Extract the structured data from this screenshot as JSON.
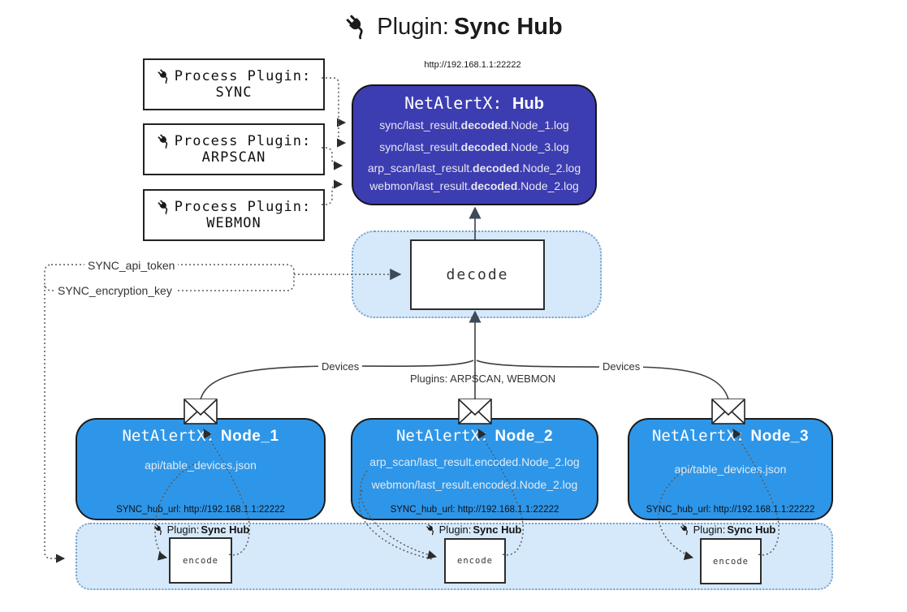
{
  "title": {
    "prefix": "Plugin:",
    "name": "Sync Hub"
  },
  "process_plugins": [
    {
      "label": "Process Plugin:",
      "name": "SYNC"
    },
    {
      "label": "Process Plugin:",
      "name": "ARPSCAN"
    },
    {
      "label": "Process Plugin:",
      "name": "WEBMON"
    }
  ],
  "hub": {
    "url": "http://192.168.1.1:22222",
    "title_prefix": "NetAlertX:",
    "title_name": "Hub",
    "files": [
      {
        "pre": "sync/last_result.",
        "bold": "decoded",
        "post": ".Node_1.log"
      },
      {
        "pre": "sync/last_result.",
        "bold": "decoded",
        "post": ".Node_3.log"
      },
      {
        "pre": "arp_scan/last_result.",
        "bold": "decoded",
        "post": ".Node_2.log"
      },
      {
        "pre": "webmon/last_result.",
        "bold": "decoded",
        "post": ".Node_2.log"
      }
    ]
  },
  "decode_box": {
    "label": "decode"
  },
  "config": {
    "api_token": "SYNC_api_token",
    "encryption_key": "SYNC_encryption_key"
  },
  "edge_labels": {
    "devices_left": "Devices",
    "plugins_mid": "Plugins: ARPSCAN, WEBMON",
    "devices_right": "Devices"
  },
  "nodes": [
    {
      "title_prefix": "NetAlertX:",
      "title_name": "Node_1",
      "files": [
        "api/table_devices.json"
      ],
      "hub_url": "SYNC_hub_url: http://192.168.1.1:22222"
    },
    {
      "title_prefix": "NetAlertX:",
      "title_name": "Node_2",
      "files": [
        "arp_scan/last_result.encoded.Node_2.log",
        "webmon/last_result.encoded.Node_2.log"
      ],
      "hub_url": "SYNC_hub_url: http://192.168.1.1:22222"
    },
    {
      "title_prefix": "NetAlertX:",
      "title_name": "Node_3",
      "files": [
        "api/table_devices.json"
      ],
      "hub_url": "SYNC_hub_url: http://192.168.1.1:22222"
    }
  ],
  "encoders": [
    {
      "label_prefix": "Plugin:",
      "label_name": "Sync Hub",
      "box_label": "encode"
    },
    {
      "label_prefix": "Plugin:",
      "label_name": "Sync Hub",
      "box_label": "encode"
    },
    {
      "label_prefix": "Plugin:",
      "label_name": "Sync Hub",
      "box_label": "encode"
    }
  ],
  "colors": {
    "hub-fill": "#3d3db2",
    "node-fill": "#2e96e8",
    "container-fill": "#d6e9fa",
    "container-border": "#7aa2c9",
    "line": "#3f3f3f",
    "dotted": "#5a5a5a",
    "arrow": "#3e4a5a"
  }
}
